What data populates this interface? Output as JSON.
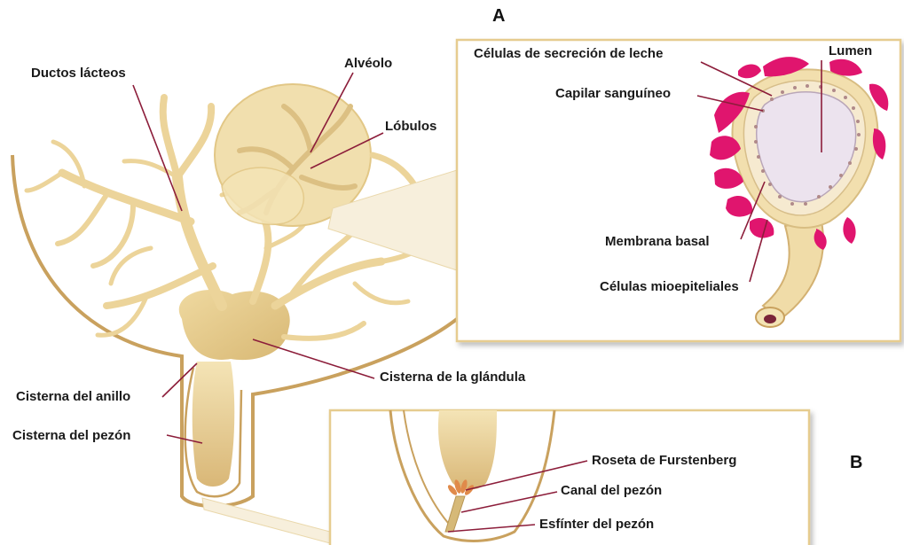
{
  "panels": {
    "a": "A",
    "b": "B"
  },
  "labels": {
    "ductos_lacteos": "Ductos lácteos",
    "alveolo": "Alvéolo",
    "lobulos": "Lóbulos",
    "celulas_secrecion": "Células de secreción de leche",
    "lumen": "Lumen",
    "capilar": "Capilar sanguíneo",
    "membrana": "Membrana basal",
    "mioepiteliales": "Células mioepiteliales",
    "cisterna_glandula": "Cisterna de la glándula",
    "cisterna_anillo": "Cisterna del anillo",
    "cisterna_pezon": "Cisterna del pezón",
    "roseta": "Roseta de Furstenberg",
    "canal": "Canal del pezón",
    "esfinter": "Esfínter del pezón"
  },
  "colors": {
    "tissue": "#f3e3b4",
    "tissue_dark": "#d6b978",
    "outline": "#c9a15e",
    "myoepithelial": "#e0156e",
    "lumen": "#ede5ef",
    "leader": "#8c1d3a",
    "panel_border": "#e6cc8f"
  }
}
